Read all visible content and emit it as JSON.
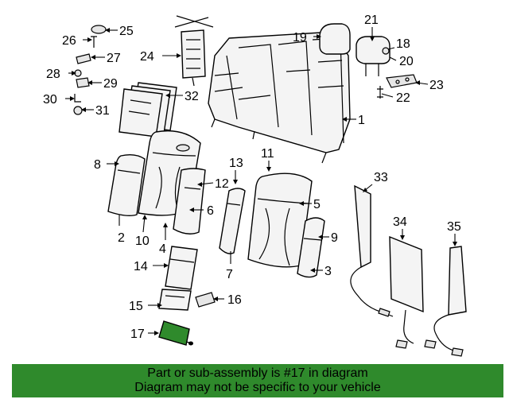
{
  "callouts": [
    "1",
    "2",
    "3",
    "4",
    "5",
    "6",
    "7",
    "8",
    "9",
    "10",
    "11",
    "12",
    "13",
    "14",
    "15",
    "16",
    "17",
    "18",
    "19",
    "20",
    "21",
    "22",
    "23",
    "24",
    "25",
    "26",
    "27",
    "28",
    "29",
    "30",
    "31",
    "32",
    "33",
    "34",
    "35"
  ],
  "highlighted_part": "17",
  "colors": {
    "highlight": "#2f8a2c",
    "banner": "#2f8a2c"
  },
  "banner": {
    "line1": "Part or sub-assembly is #17 in diagram",
    "line2": "Diagram may not be specific to your vehicle"
  }
}
